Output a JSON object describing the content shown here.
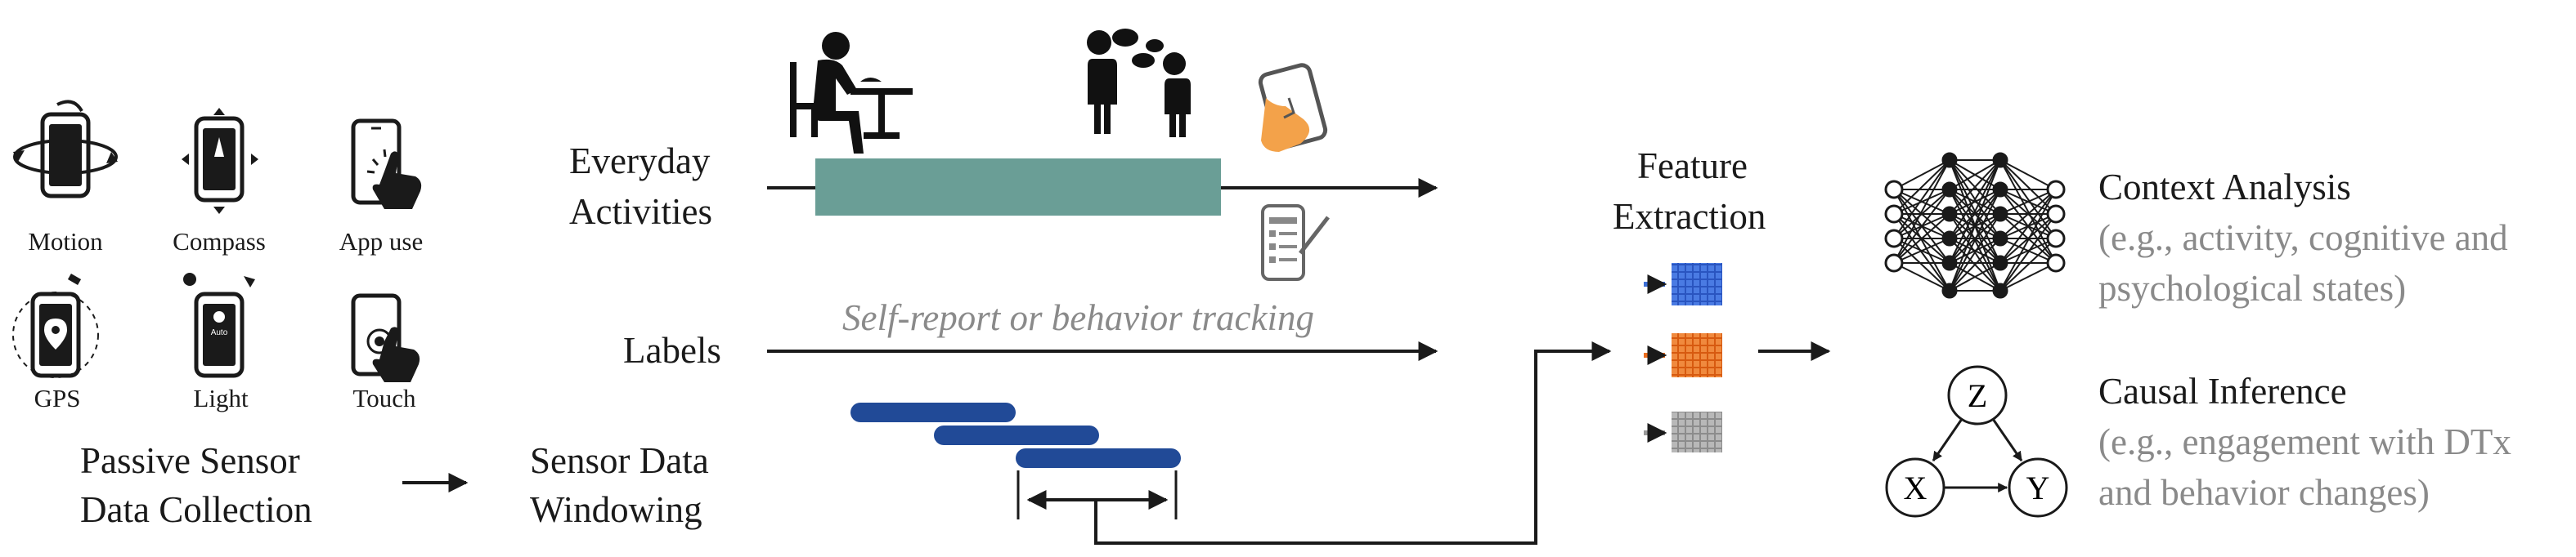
{
  "sensors": {
    "motion": "Motion",
    "compass": "Compass",
    "app_use": "App use",
    "gps": "GPS",
    "light": "Light",
    "touch": "Touch",
    "light_screen_text": "Auto"
  },
  "stages": {
    "collection": [
      "Passive Sensor",
      "Data Collection"
    ],
    "activities": [
      "Everyday",
      "Activities"
    ],
    "labels": "Labels",
    "windowing": [
      "Sensor Data",
      "Windowing"
    ],
    "feature": [
      "Feature",
      "Extraction"
    ]
  },
  "self_report": "Self-report or behavior tracking",
  "context": {
    "title": "Context Analysis",
    "desc": [
      "(e.g., activity, cognitive and",
      "psychological states)"
    ]
  },
  "causal": {
    "title": "Causal Inference",
    "desc": [
      "(e.g., engagement with DTx",
      "and behavior changes)"
    ],
    "nodes": [
      "Z",
      "X",
      "Y"
    ]
  },
  "colors": {
    "activity_bar": "#6a9e96",
    "window_bar": "#214a97",
    "feature_blue": "#3c6fd6",
    "feature_orange": "#ea6d1e",
    "feature_gray": "#9a9a9a",
    "hand": "#f3a24a",
    "text_gray": "#8a8a8a"
  }
}
